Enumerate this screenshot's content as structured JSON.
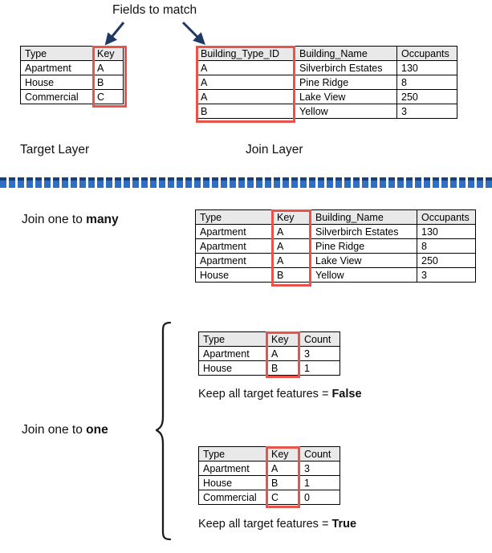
{
  "annotations": {
    "fields_to_match": "Fields to match",
    "target_layer": "Target Layer",
    "join_layer": "Join Layer",
    "join_one_to_many_prefix": "Join one to ",
    "join_one_to_many_strong": "many",
    "join_one_to_one_prefix": "Join one to ",
    "join_one_to_one_strong": "one",
    "keep_false_prefix": "Keep all target features = ",
    "keep_false_strong": "False",
    "keep_true_prefix": "Keep all target features = ",
    "keep_true_strong": "True"
  },
  "colors": {
    "highlight_red": "#e8534a",
    "header_gray": "#e9e9e9",
    "arrow_navy": "#1f3864",
    "divider_blue": "#2e6fc4",
    "table_border": "#000000"
  },
  "target_table": {
    "headers": [
      "Type",
      "Key"
    ],
    "rows": [
      [
        "Apartment",
        "A"
      ],
      [
        "House",
        "B"
      ],
      [
        "Commercial",
        "C"
      ]
    ]
  },
  "join_table": {
    "headers": [
      "Building_Type_ID",
      "Building_Name",
      "Occupants"
    ],
    "rows": [
      [
        "A",
        "Silverbirch Estates",
        "130"
      ],
      [
        "A",
        "Pine Ridge",
        "8"
      ],
      [
        "A",
        "Lake View",
        "250"
      ],
      [
        "B",
        "Yellow",
        "3"
      ]
    ]
  },
  "one_to_many_table": {
    "headers": [
      "Type",
      "Key",
      "Building_Name",
      "Occupants"
    ],
    "rows": [
      [
        "Apartment",
        "A",
        "Silverbirch Estates",
        "130"
      ],
      [
        "Apartment",
        "A",
        "Pine Ridge",
        "8"
      ],
      [
        "Apartment",
        "A",
        "Lake View",
        "250"
      ],
      [
        "House",
        "B",
        "Yellow",
        "3"
      ]
    ]
  },
  "one_to_one_false_table": {
    "headers": [
      "Type",
      "Key",
      "Count"
    ],
    "rows": [
      [
        "Apartment",
        "A",
        "3"
      ],
      [
        "House",
        "B",
        "1"
      ]
    ]
  },
  "one_to_one_true_table": {
    "headers": [
      "Type",
      "Key",
      "Count"
    ],
    "rows": [
      [
        "Apartment",
        "A",
        "3"
      ],
      [
        "House",
        "B",
        "1"
      ],
      [
        "Commercial",
        "C",
        "0"
      ]
    ]
  }
}
